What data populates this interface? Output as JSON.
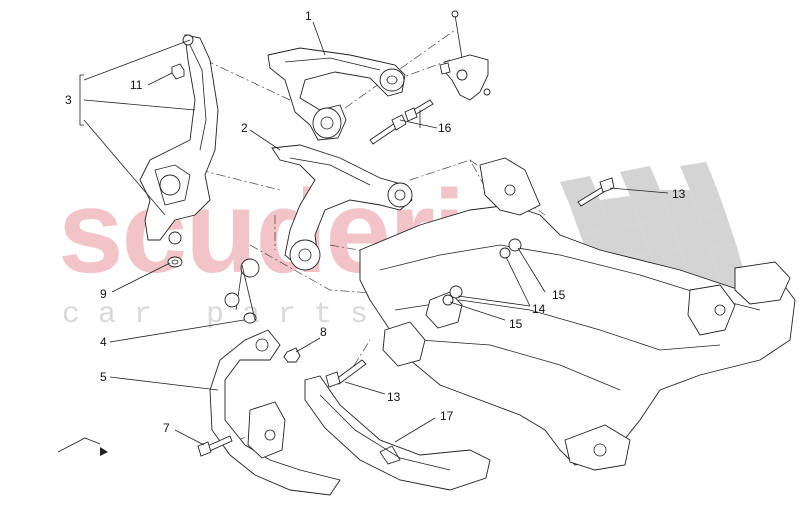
{
  "watermark": {
    "brand": "scuderia",
    "tagline": "c a r   p a r t s"
  },
  "callouts": [
    {
      "id": "c1",
      "label": "1"
    },
    {
      "id": "c2",
      "label": "2"
    },
    {
      "id": "c3",
      "label": "3"
    },
    {
      "id": "c4",
      "label": "4"
    },
    {
      "id": "c5",
      "label": "5"
    },
    {
      "id": "c7",
      "label": "7"
    },
    {
      "id": "c8",
      "label": "8"
    },
    {
      "id": "c9",
      "label": "9"
    },
    {
      "id": "c11",
      "label": "11"
    },
    {
      "id": "c13a",
      "label": "13"
    },
    {
      "id": "c13b",
      "label": "13"
    },
    {
      "id": "c14",
      "label": "14"
    },
    {
      "id": "c15a",
      "label": "15"
    },
    {
      "id": "c15b",
      "label": "15"
    },
    {
      "id": "c16",
      "label": "16"
    },
    {
      "id": "c17",
      "label": "17"
    }
  ],
  "colors": {
    "watermark_red": "#f2c4c8",
    "watermark_grey": "#d9d9d9",
    "line": "#222222"
  }
}
